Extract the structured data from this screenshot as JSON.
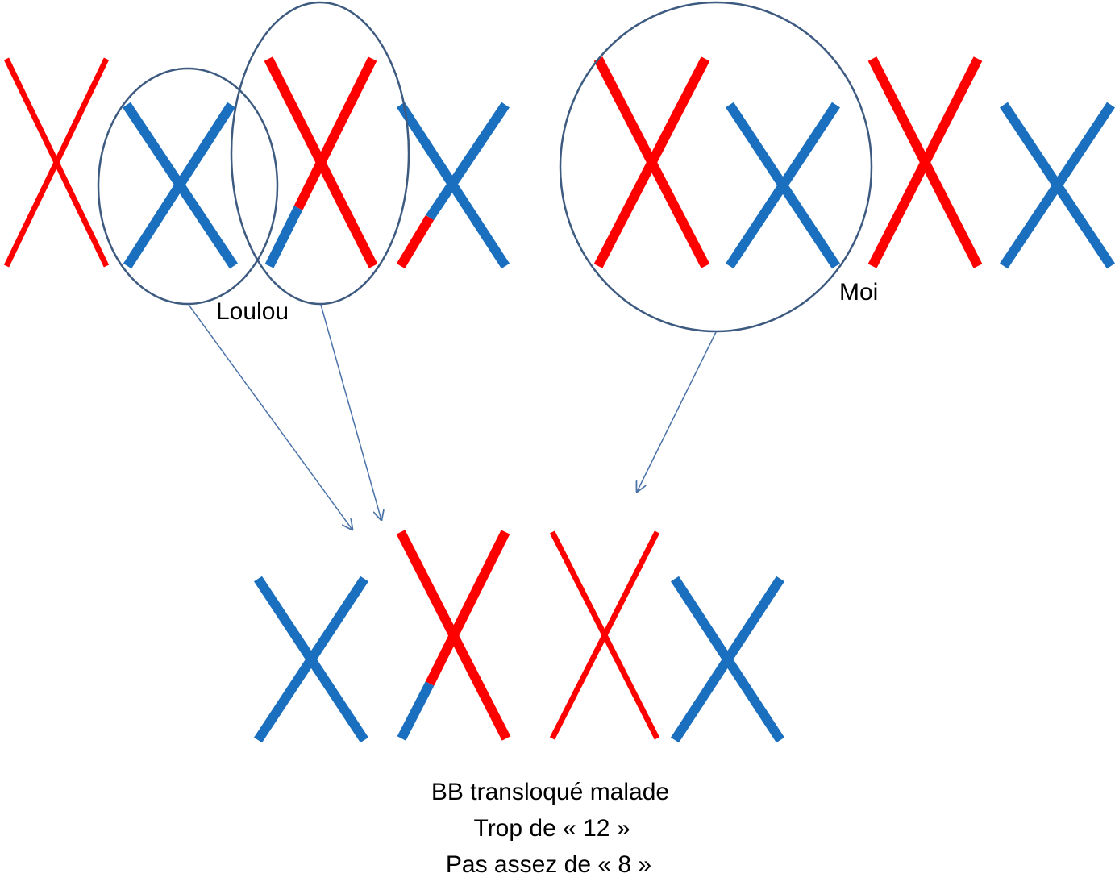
{
  "labels": {
    "left_group": "Loulou",
    "right_group": "Moi"
  },
  "caption": {
    "line1": "BB transloqué malade",
    "line2": "Trop de « 12 »",
    "line3": "Pas assez de « 8 »"
  },
  "colors": {
    "red": "#ff0000",
    "blue": "#1a6fbf",
    "outline": "#3d5a80",
    "arrow": "#4a72a8"
  }
}
